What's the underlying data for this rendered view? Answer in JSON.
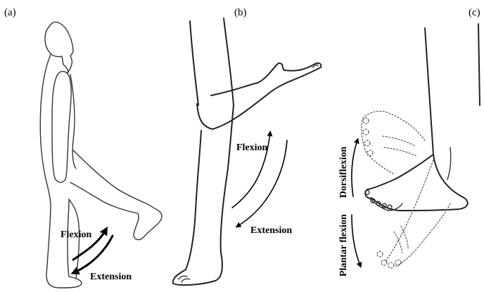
{
  "panels": {
    "a": {
      "letter": "(a)",
      "labels": {
        "flexion": "Flexion",
        "extension": "Extension"
      }
    },
    "b": {
      "letter": "(b)",
      "labels": {
        "flexion": "Flexion",
        "extension": "Extension"
      }
    },
    "c": {
      "letter": "(c)",
      "labels": {
        "plantar_flexion": "Plantar flexion",
        "dorsiflexion": "Dorsiflexion"
      }
    }
  }
}
